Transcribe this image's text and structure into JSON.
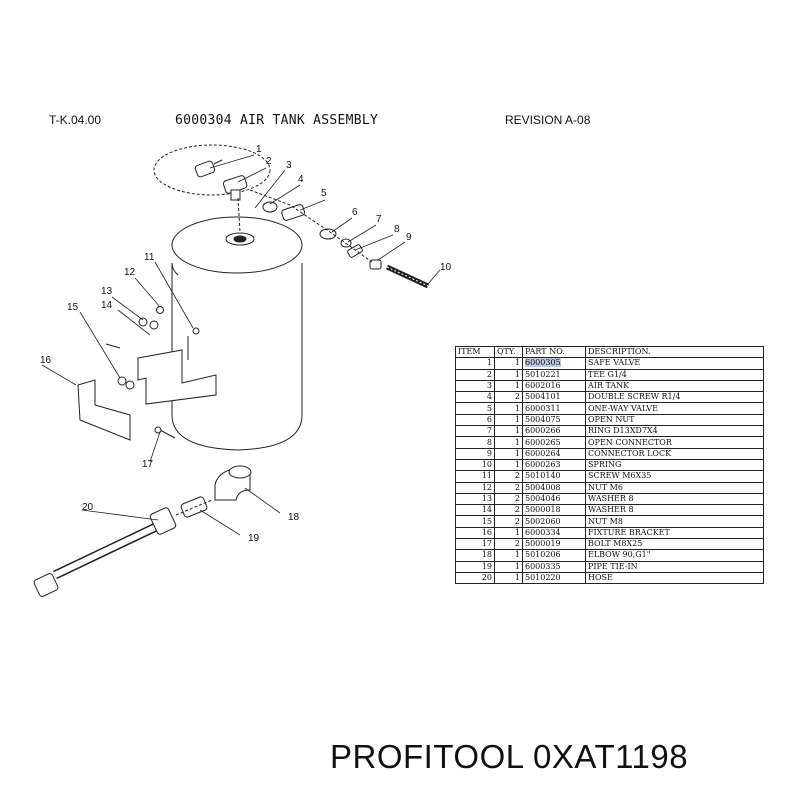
{
  "header": {
    "doc_code": "T-K.04.00",
    "title": "6000304  AIR TANK ASSEMBLY",
    "revision": "REVISION A-08"
  },
  "callouts": [
    "1",
    "2",
    "3",
    "4",
    "5",
    "6",
    "7",
    "8",
    "9",
    "10",
    "11",
    "12",
    "13",
    "14",
    "15",
    "16",
    "17",
    "18",
    "19",
    "20"
  ],
  "table": {
    "headers": [
      "ITEM",
      "QTY.",
      "PART NO.",
      "DESCRIPTION."
    ],
    "rows": [
      {
        "item": "1",
        "qty": "1",
        "part": "6000305",
        "desc": "SAFE VALVE"
      },
      {
        "item": "2",
        "qty": "1",
        "part": "5010221",
        "desc": "TEE  G1/4"
      },
      {
        "item": "3",
        "qty": "1",
        "part": "6002016",
        "desc": "AIR TANK"
      },
      {
        "item": "4",
        "qty": "2",
        "part": "5004101",
        "desc": "DOUBLE SCREW R1/4"
      },
      {
        "item": "5",
        "qty": "1",
        "part": "6000311",
        "desc": " ONE-WAY VALVE"
      },
      {
        "item": "6",
        "qty": "1",
        "part": "5004075",
        "desc": "OPEN NUT"
      },
      {
        "item": "7",
        "qty": "1",
        "part": "6000266",
        "desc": "RING  D13XD7X4"
      },
      {
        "item": "8",
        "qty": "1",
        "part": "6000265",
        "desc": " OPEN CONNECTOR"
      },
      {
        "item": "9",
        "qty": "1",
        "part": "6000264",
        "desc": " CONNECTOR LOCK"
      },
      {
        "item": "10",
        "qty": "1",
        "part": "6000263",
        "desc": "SPRING"
      },
      {
        "item": "11",
        "qty": "2",
        "part": "5010140",
        "desc": "SCREW M6X35"
      },
      {
        "item": "12",
        "qty": "2",
        "part": "5004008",
        "desc": "NUT M6"
      },
      {
        "item": "13",
        "qty": "2",
        "part": "5004046",
        "desc": "WASHER 8"
      },
      {
        "item": "14",
        "qty": "2",
        "part": "5000018",
        "desc": "WASHER  8"
      },
      {
        "item": "15",
        "qty": "2",
        "part": "5002060",
        "desc": "NUT M8"
      },
      {
        "item": "16",
        "qty": "1",
        "part": "6000334",
        "desc": " FIXTURE BRACKET"
      },
      {
        "item": "17",
        "qty": "2",
        "part": "5000019",
        "desc": "BOLT M8X25"
      },
      {
        "item": "18",
        "qty": "1",
        "part": "5010206",
        "desc": " ELBOW 90,G1\""
      },
      {
        "item": "19",
        "qty": "1",
        "part": "6000335",
        "desc": " PIPE TIE-IN"
      },
      {
        "item": "20",
        "qty": "1",
        "part": "5010220",
        "desc": " HOSE"
      }
    ]
  },
  "brand": "PROFITOOL 0XAT1198",
  "colors": {
    "highlight": "#b9cbe3",
    "line": "#222222",
    "text": "#111111"
  }
}
